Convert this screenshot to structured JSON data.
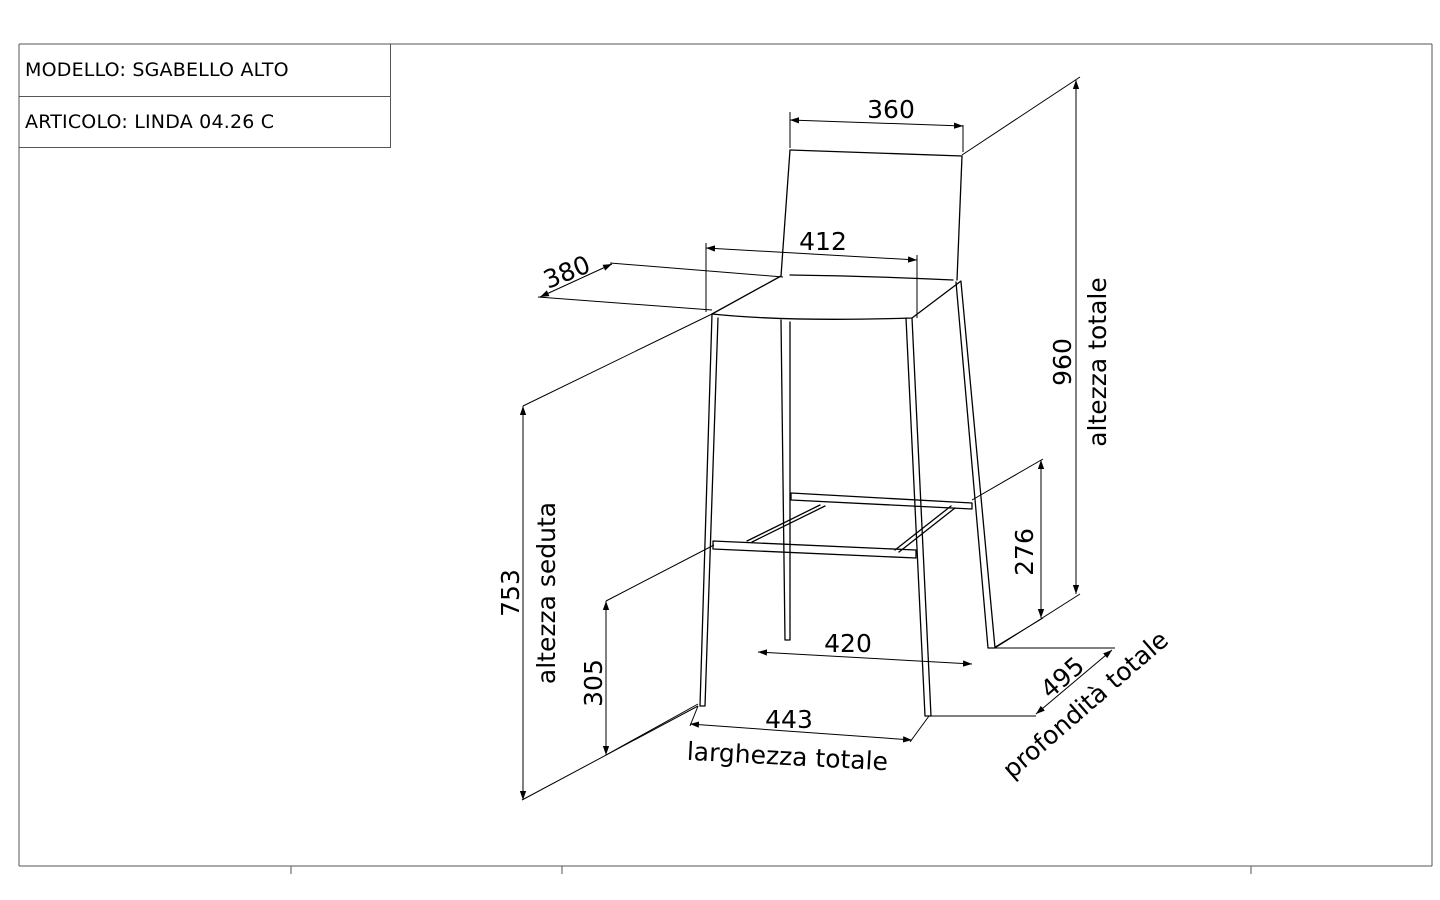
{
  "title_block": {
    "model_line": "MODELLO: SGABELLO ALTO",
    "article_line": "ARTICOLO: LINDA 04.26 C"
  },
  "dimensions": {
    "backrest_width": {
      "value": "360"
    },
    "seat_width": {
      "value": "412"
    },
    "seat_depth": {
      "value": "380"
    },
    "total_height": {
      "value": "960",
      "label": "altezza totale"
    },
    "seat_height": {
      "value": "753",
      "label": "altezza seduta"
    },
    "footrest_height_front": {
      "value": "305"
    },
    "footrest_height_side": {
      "value": "276"
    },
    "rear_width": {
      "value": "420"
    },
    "total_width": {
      "value": "443",
      "label": "larghezza totale"
    },
    "total_depth": {
      "value": "495",
      "label": "profondità totale"
    }
  },
  "colors": {
    "line": "#000000",
    "frame": "#555555"
  }
}
